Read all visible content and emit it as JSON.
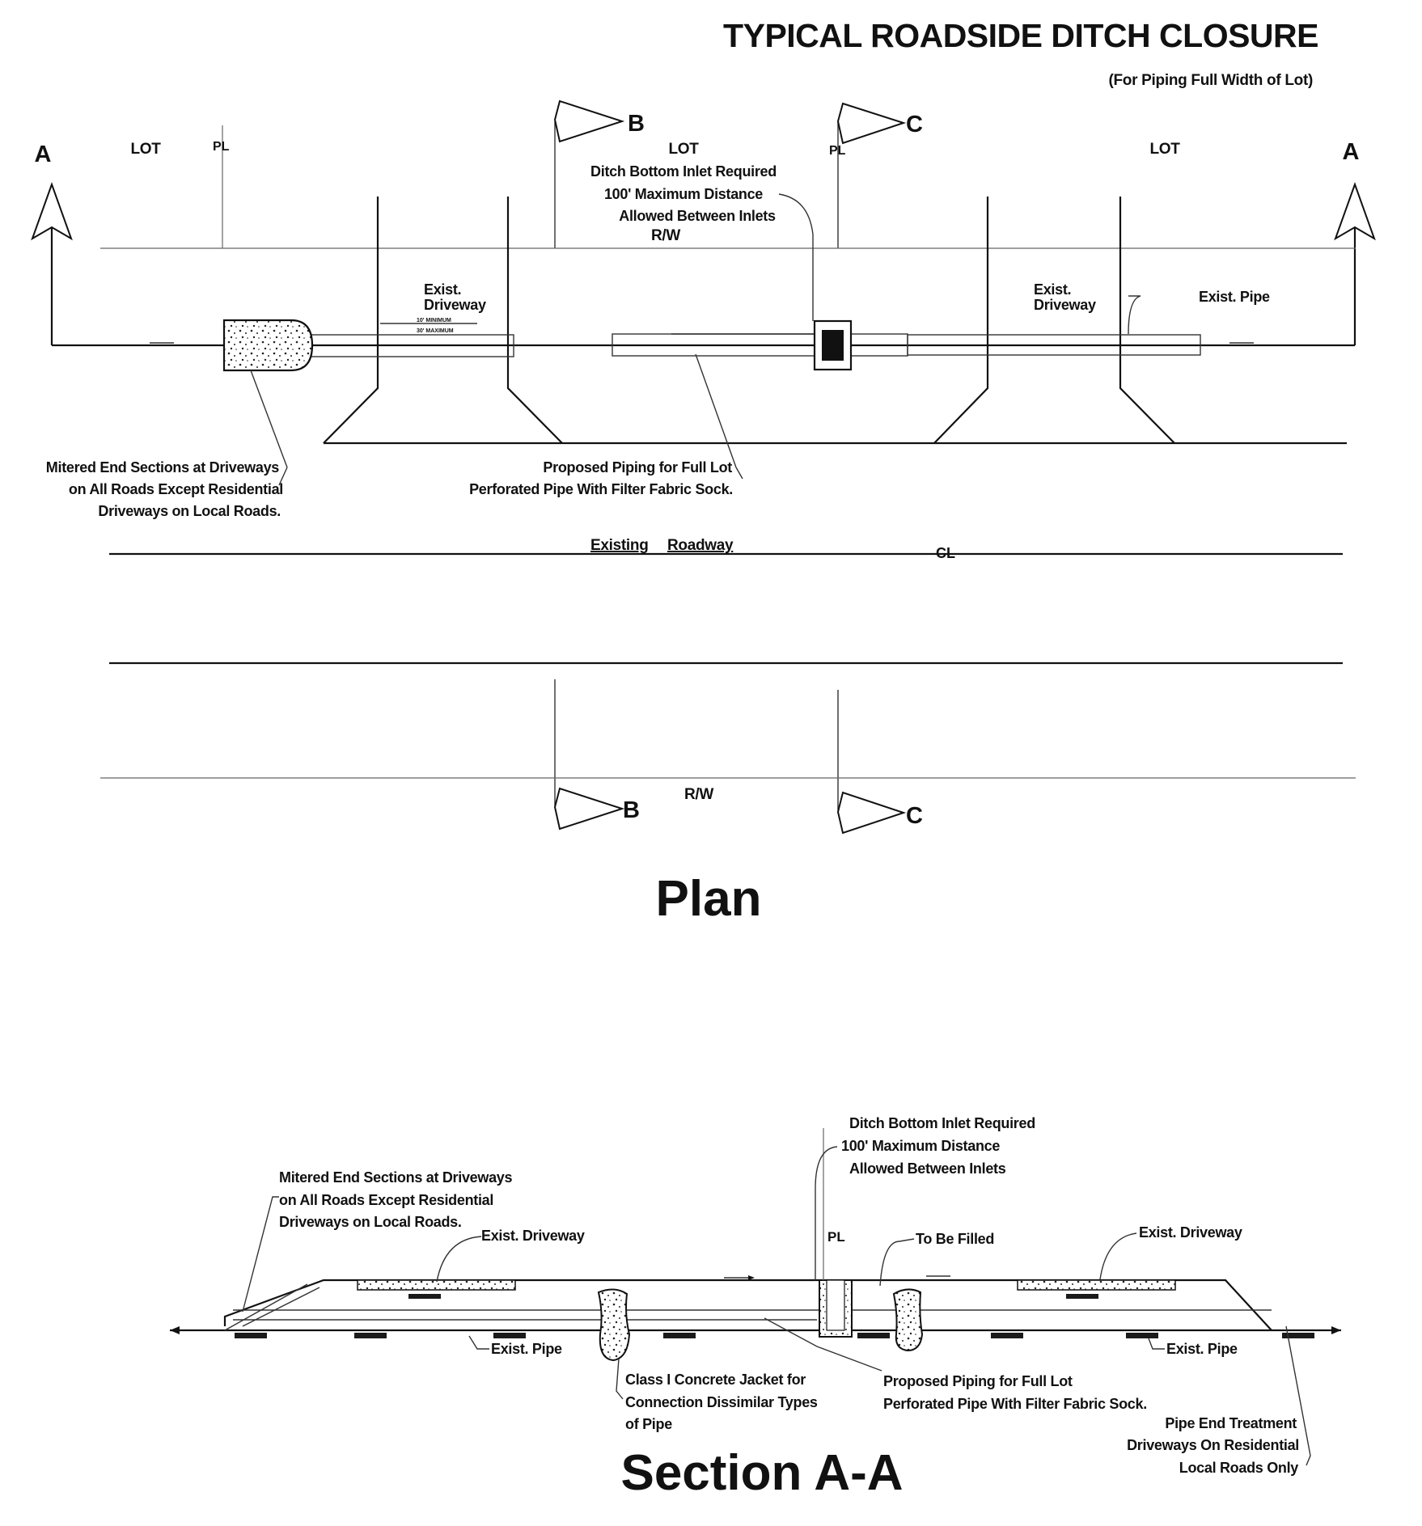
{
  "title": "TYPICAL ROADSIDE DITCH CLOSURE",
  "subtitle": "(For Piping Full Width of Lot)",
  "plan": {
    "caption": "Plan",
    "section_marks": {
      "a": "A",
      "b": "B",
      "c": "C"
    },
    "lot_labels": [
      "LOT",
      "LOT",
      "LOT"
    ],
    "property_line_symbol": "PL",
    "centerline_symbol": "CL",
    "rw_top": "R/W",
    "rw_bottom": "R/W",
    "exist_driveway_left": [
      "Exist.",
      "Driveway"
    ],
    "exist_driveway_right": [
      "Exist.",
      "Driveway"
    ],
    "driveway_dims": [
      "10' MINIMUM",
      "30' MAXIMUM"
    ],
    "exist_pipe": "Exist. Pipe",
    "inlet_note": [
      "Ditch Bottom Inlet Required",
      "100' Maximum Distance",
      "Allowed Between Inlets"
    ],
    "mitered_note": [
      "Mitered End Sections at Driveways",
      "on All Roads Except Residential",
      "Driveways on Local Roads."
    ],
    "proposed_note": [
      "Proposed Piping for Full Lot",
      "Perforated Pipe With Filter Fabric Sock."
    ],
    "roadway_label": [
      "Existing",
      "Roadway"
    ]
  },
  "section": {
    "caption": "Section A-A",
    "inlet_note": [
      "Ditch Bottom Inlet Required",
      "100' Maximum Distance",
      "Allowed Between Inlets"
    ],
    "mitered_note": [
      "Mitered End Sections at Driveways",
      "on All Roads Except Residential",
      "Driveways on Local Roads."
    ],
    "exist_driveway_left": "Exist. Driveway",
    "exist_driveway_right": "Exist. Driveway",
    "to_be_filled": "To Be Filled",
    "exist_pipe_left": "Exist. Pipe",
    "exist_pipe_right": "Exist. Pipe",
    "concrete_jacket_note": [
      "Class I Concrete Jacket for",
      "Connection Dissimilar Types",
      "of Pipe"
    ],
    "proposed_note": [
      "Proposed Piping for Full Lot",
      "Perforated Pipe With Filter Fabric Sock."
    ],
    "pipe_end_note": [
      "Pipe End Treatment",
      "Driveways On Residential",
      "Local Roads Only"
    ],
    "property_line_symbol": "PL"
  }
}
